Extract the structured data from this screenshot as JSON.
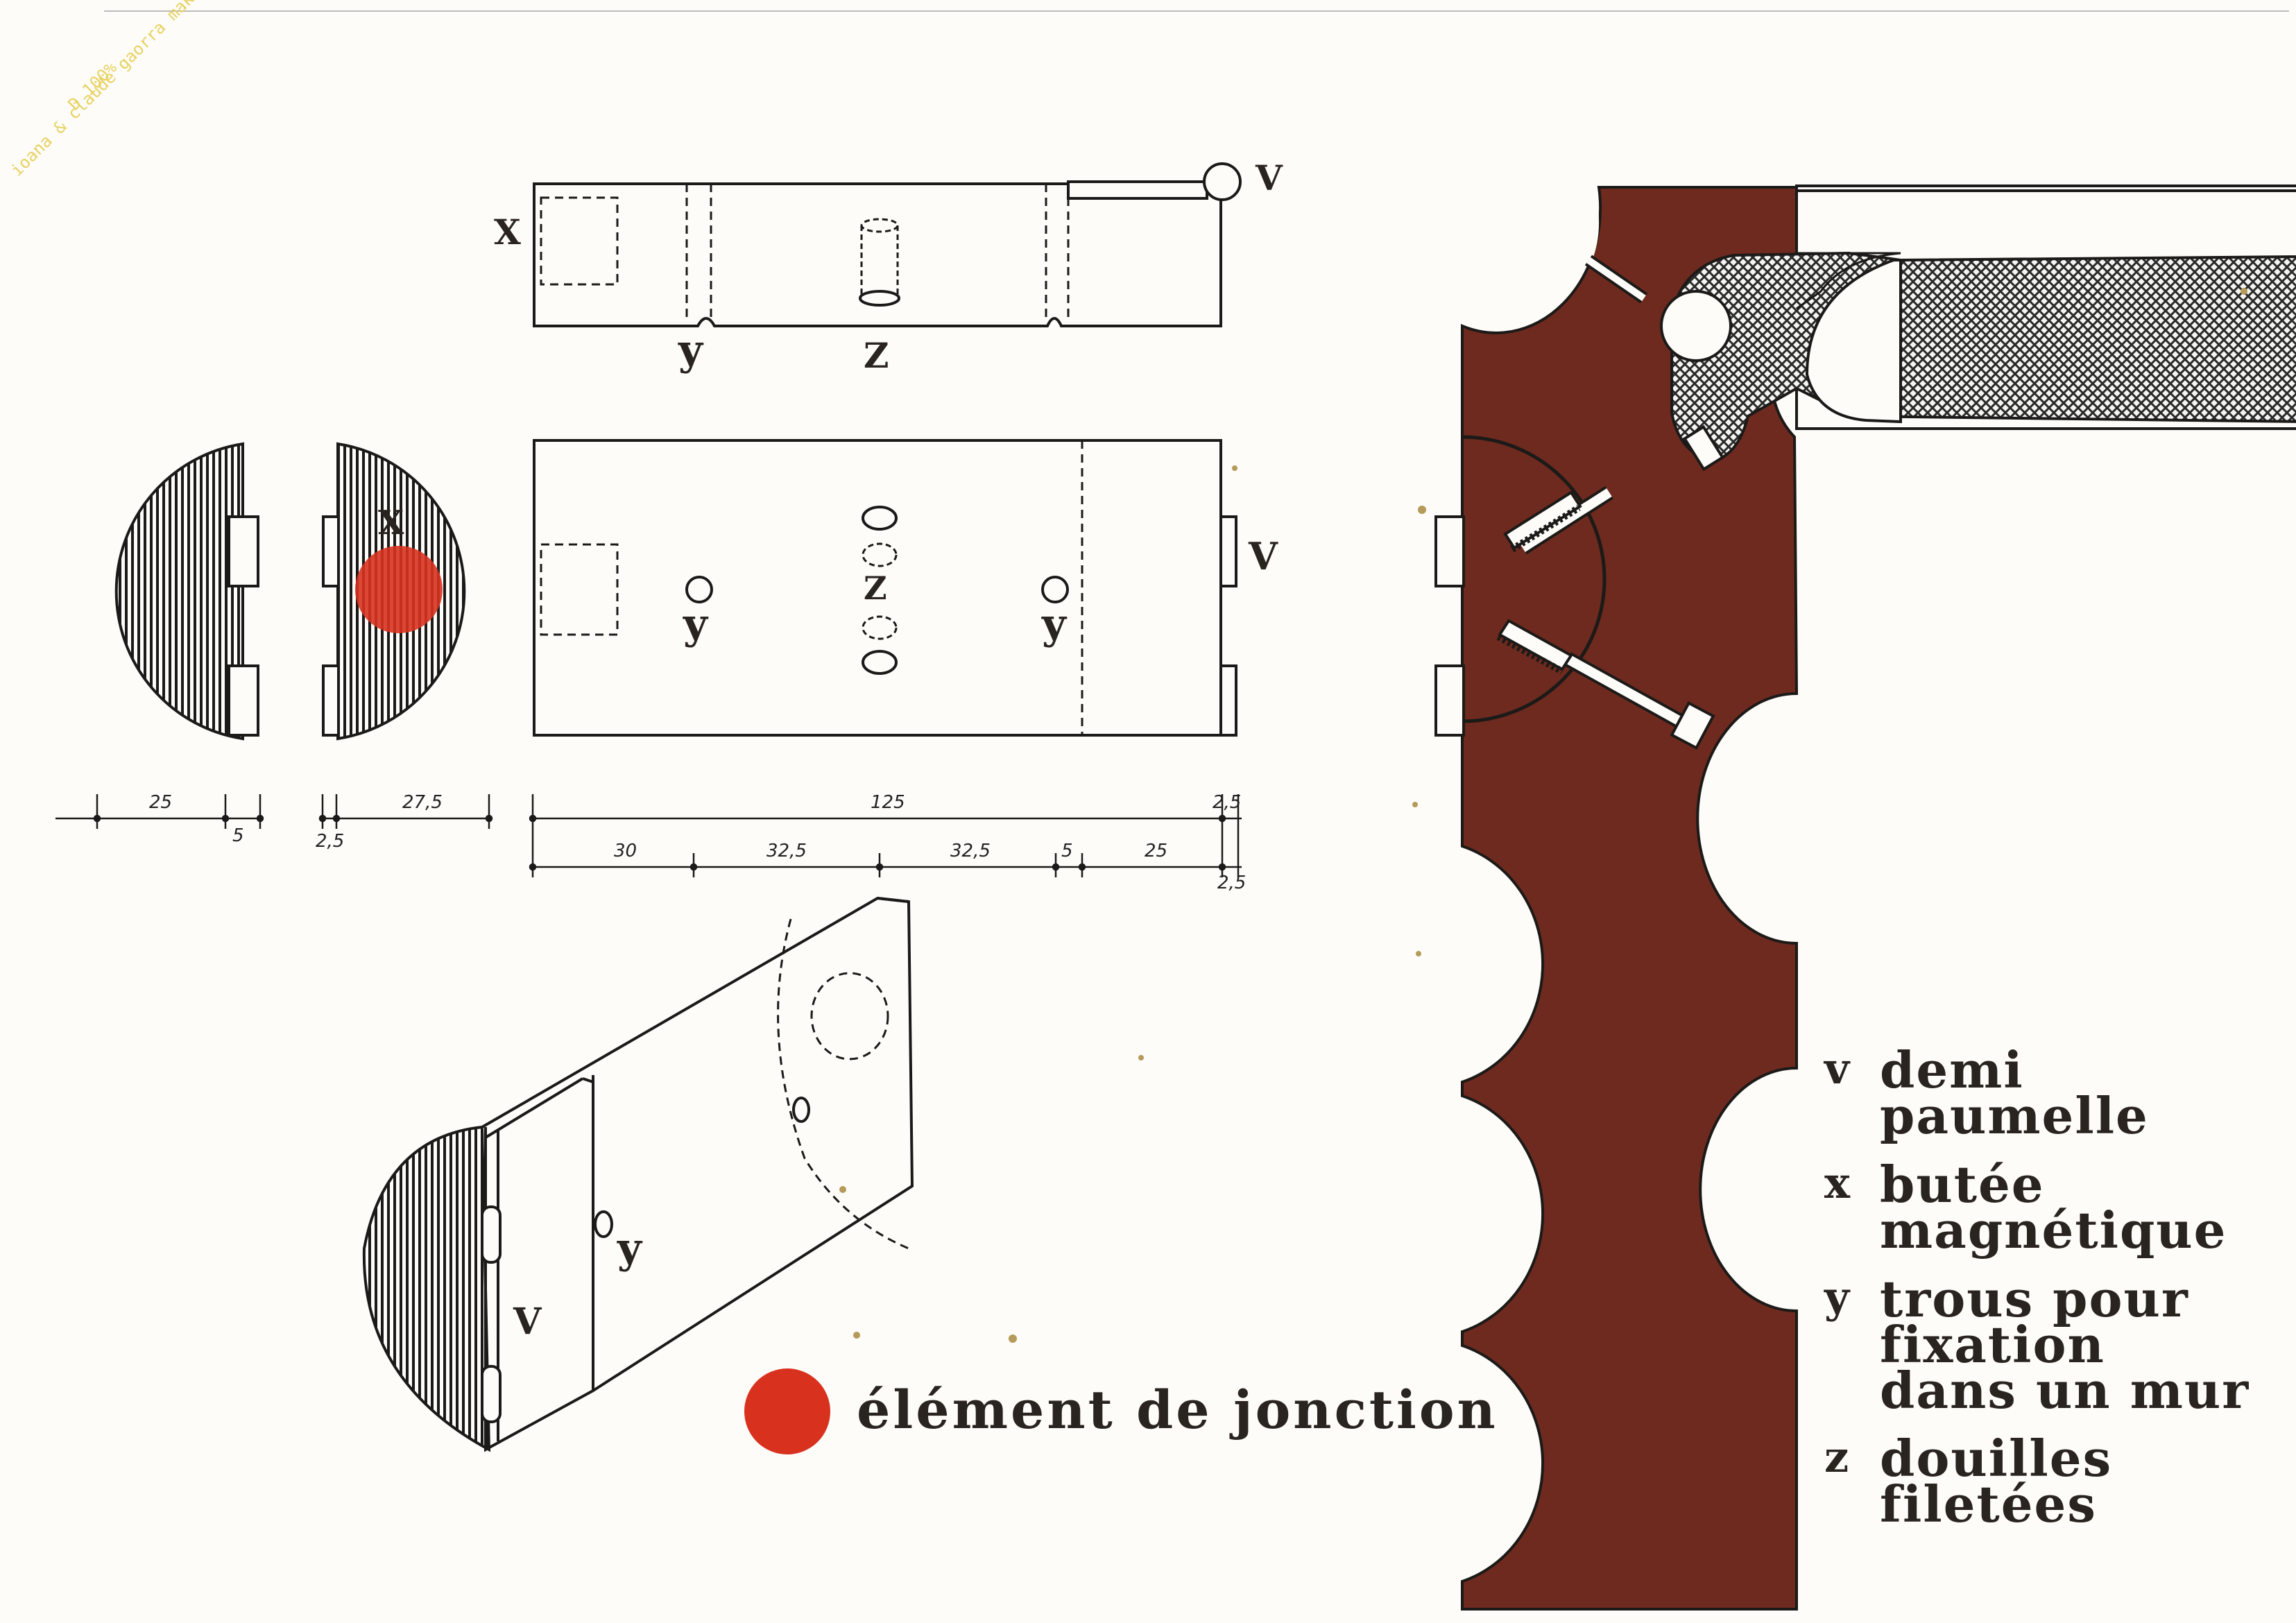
{
  "stamp": {
    "code": "D 100%",
    "authors": "ioana & claude gaorra maker"
  },
  "view_labels": {
    "top_v": "V",
    "top_x": "X",
    "top_y": "y",
    "top_z": "Z",
    "front_x": "X",
    "front_v": "V",
    "front_y_left": "y",
    "front_y_right": "y",
    "front_z": "Z",
    "iso_y": "y",
    "iso_v": "V"
  },
  "dimensions": {
    "side_a": "25",
    "side_b": "5",
    "side_c": "2,5",
    "side_d": "27,5",
    "total": "125",
    "total_end": "2,5",
    "seg_1": "30",
    "seg_2": "32,5",
    "seg_3": "32,5",
    "seg_4": "5",
    "seg_5": "25",
    "seg_end": "2,5"
  },
  "caption": {
    "title": "élément de jonction",
    "dot_color": "#d8321f"
  },
  "legend": [
    {
      "letter": "v",
      "text": "demi\npaumelle"
    },
    {
      "letter": "x",
      "text": "butée\nmagnétique"
    },
    {
      "letter": "y",
      "text": "trous pour\nfixation\ndans un mur"
    },
    {
      "letter": "z",
      "text": "douilles\nfiletées"
    }
  ],
  "colors": {
    "frame_brown": "#6e2a1e",
    "marker_red": "#d8321f",
    "ink": "#1c1a18",
    "paper": "#fdfcf8"
  }
}
